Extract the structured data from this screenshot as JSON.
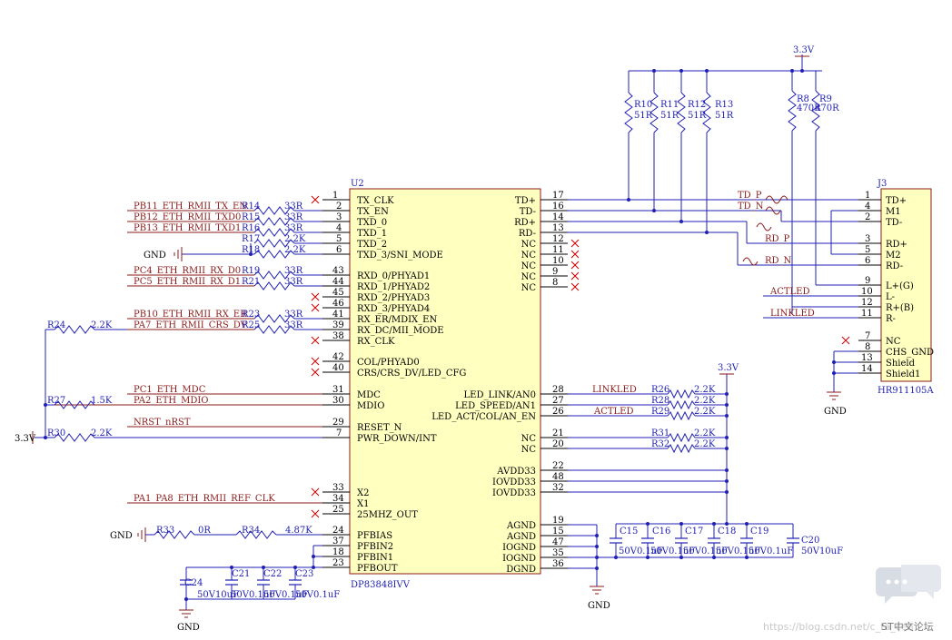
{
  "u2": {
    "ref": "U2",
    "part": "DP83848IVV",
    "left_pins": [
      {
        "num": "1",
        "name": "TX_CLK"
      },
      {
        "num": "2",
        "name": "TX_EN"
      },
      {
        "num": "3",
        "name": "TXD_0"
      },
      {
        "num": "4",
        "name": "TXD_1"
      },
      {
        "num": "5",
        "name": "TXD_2"
      },
      {
        "num": "6",
        "name": "TXD_3/SNI_MODE"
      },
      {
        "num": "43",
        "name": "RXD_0/PHYAD1"
      },
      {
        "num": "44",
        "name": "RXD_1/PHYAD2"
      },
      {
        "num": "45",
        "name": "RXD_2/PHYAD3"
      },
      {
        "num": "46",
        "name": "RXD_3/PHYAD4"
      },
      {
        "num": "41",
        "name": "RX_ER/MDIX_EN"
      },
      {
        "num": "39",
        "name": "RX_DC/MII_MODE"
      },
      {
        "num": "38",
        "name": "RX_CLK"
      },
      {
        "num": "42",
        "name": "COL/PHYAD0"
      },
      {
        "num": "40",
        "name": "CRS/CRS_DV/LED_CFG"
      },
      {
        "num": "31",
        "name": "MDC"
      },
      {
        "num": "30",
        "name": "MDIO"
      },
      {
        "num": "29",
        "name": "RESET_N"
      },
      {
        "num": "7",
        "name": "PWR_DOWN/INT"
      },
      {
        "num": "33",
        "name": "X2"
      },
      {
        "num": "34",
        "name": "X1"
      },
      {
        "num": "25",
        "name": "25MHZ_OUT"
      },
      {
        "num": "24",
        "name": "PFBIAS"
      },
      {
        "num": "37",
        "name": "PFBIN2"
      },
      {
        "num": "18",
        "name": "PFBIN1"
      },
      {
        "num": "23",
        "name": "PFBOUT"
      }
    ],
    "right_pins": [
      {
        "num": "17",
        "name": "TD+"
      },
      {
        "num": "16",
        "name": "TD-"
      },
      {
        "num": "14",
        "name": "RD+"
      },
      {
        "num": "13",
        "name": "RD-"
      },
      {
        "num": "12",
        "name": "NC"
      },
      {
        "num": "11",
        "name": "NC"
      },
      {
        "num": "10",
        "name": "NC"
      },
      {
        "num": "9",
        "name": "NC"
      },
      {
        "num": "8",
        "name": "NC"
      },
      {
        "num": "28",
        "name": "LED_LINK/AN0"
      },
      {
        "num": "27",
        "name": "LED_SPEED/AN1"
      },
      {
        "num": "26",
        "name": "LED_ACT/COL/AN_EN"
      },
      {
        "num": "21",
        "name": "NC"
      },
      {
        "num": "20",
        "name": "NC"
      },
      {
        "num": "22",
        "name": "AVDD33"
      },
      {
        "num": "48",
        "name": "IOVDD33"
      },
      {
        "num": "32",
        "name": "IOVDD33"
      },
      {
        "num": "19",
        "name": "AGND"
      },
      {
        "num": "15",
        "name": "AGND"
      },
      {
        "num": "47",
        "name": "IOGND"
      },
      {
        "num": "35",
        "name": "IOGND"
      },
      {
        "num": "36",
        "name": "DGND"
      }
    ]
  },
  "j3": {
    "ref": "J3",
    "part": "HR911105A",
    "pins": [
      {
        "num": "1",
        "name": "TD+"
      },
      {
        "num": "4",
        "name": "M1"
      },
      {
        "num": "2",
        "name": "TD-"
      },
      {
        "num": "3",
        "name": "RD+"
      },
      {
        "num": "5",
        "name": "M2"
      },
      {
        "num": "6",
        "name": "RD-"
      },
      {
        "num": "9",
        "name": "L+(G)"
      },
      {
        "num": "10",
        "name": "L-"
      },
      {
        "num": "12",
        "name": "R+(B)"
      },
      {
        "num": "11",
        "name": "R-"
      },
      {
        "num": "7",
        "name": "NC"
      },
      {
        "num": "8",
        "name": "CHS_GND"
      },
      {
        "num": "13",
        "name": "Shield"
      },
      {
        "num": "14",
        "name": "Shield1"
      }
    ]
  },
  "nets": {
    "tx_en": "PB11_ETH_RMII_TX_EN",
    "txd0": "PB12_ETH_RMII_TXD0",
    "txd1": "PB13_ETH_RMII_TXD1",
    "rxd0": "PC4_ETH_RMII_RX_D0",
    "rxd1": "PC5_ETH_RMII_RX_D1",
    "rx_er": "PB10_ETH_RMII_RX_ER",
    "crs_dv": "PA7_ETH_RMII_CRS_DV",
    "mdc": "PC1_ETH_MDC",
    "mdio": "PA2_ETH_MDIO",
    "nrst": "NRST",
    "nrst2": "nRST",
    "ref_clk": "PA1_PA8_ETH_RMII_REF_CLK",
    "td_p": "TD_P",
    "td_n": "TD_N",
    "rd_p": "RD_P",
    "rd_n": "RD_N",
    "actled": "ACTLED",
    "linkled": "LINKLED",
    "linkled2": "LINKLED",
    "actled2": "ACTLED",
    "gnd": "GND",
    "vcc": "3.3V"
  },
  "resistors": {
    "r14": {
      "ref": "R14",
      "val": "33R"
    },
    "r15": {
      "ref": "R15",
      "val": "33R"
    },
    "r16": {
      "ref": "R16",
      "val": "33R"
    },
    "r17": {
      "ref": "R17",
      "val": "2.2K"
    },
    "r18": {
      "ref": "R18",
      "val": "2.2K"
    },
    "r19": {
      "ref": "R19",
      "val": "33R"
    },
    "r21": {
      "ref": "R21",
      "val": "33R"
    },
    "r23": {
      "ref": "R23",
      "val": "33R"
    },
    "r25": {
      "ref": "R25",
      "val": "33R"
    },
    "r24": {
      "ref": "R24",
      "val": "2.2K"
    },
    "r27": {
      "ref": "R27",
      "val": "1.5K"
    },
    "r30": {
      "ref": "R30",
      "val": "2.2K"
    },
    "r33": {
      "ref": "R33",
      "val": "0R"
    },
    "r34": {
      "ref": "R34",
      "val": "4.87K"
    },
    "r10": {
      "ref": "R10",
      "val": "51R"
    },
    "r11": {
      "ref": "R11",
      "val": "51R"
    },
    "r12": {
      "ref": "R12",
      "val": "51R"
    },
    "r13": {
      "ref": "R13",
      "val": "51R"
    },
    "r8": {
      "ref": "R8",
      "val": "470R"
    },
    "r9": {
      "ref": "R9",
      "val": "470R"
    },
    "r26": {
      "ref": "R26",
      "val": "2.2K"
    },
    "r28": {
      "ref": "R28",
      "val": "2.2K"
    },
    "r29": {
      "ref": "R29",
      "val": "2.2K"
    },
    "r31": {
      "ref": "R31",
      "val": "2.2K"
    },
    "r32": {
      "ref": "R32",
      "val": "2.2K"
    }
  },
  "capacitors": {
    "c15": {
      "ref": "C15",
      "val": "50V0.1uF"
    },
    "c16": {
      "ref": "C16",
      "val": "50V0.1uF"
    },
    "c17": {
      "ref": "C17",
      "val": "50V0.1uF"
    },
    "c18": {
      "ref": "C18",
      "val": "50V0.1uF"
    },
    "c19": {
      "ref": "C19",
      "val": "50V0.1uF"
    },
    "c20": {
      "ref": "C20",
      "val": "50V10uF"
    },
    "c24": {
      "ref": "C24",
      "val": "50V10uF"
    },
    "c21": {
      "ref": "C21",
      "val": "50V0.1uF"
    },
    "c22": {
      "ref": "C22",
      "val": "50V0.1uF"
    },
    "c23": {
      "ref": "C23",
      "val": "50V0.1uF"
    }
  },
  "watermark": "https://blog.csdn.net/c_ta_cen",
  "watermark_logo": "ST中文论坛",
  "colors": {
    "wire": "#1f1fb4",
    "net_label": "#8b1a1a",
    "chip_fill": "#ffffc0",
    "no_connect": "#cc0000"
  }
}
